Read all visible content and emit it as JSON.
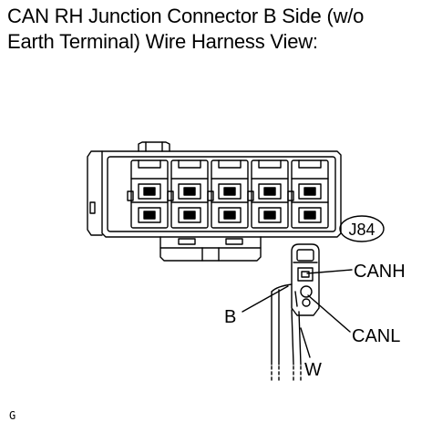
{
  "title": {
    "line1": "CAN RH Junction Connector B Side (w/o",
    "line2": "Earth Terminal) Wire Harness View:"
  },
  "connector_id": "J84",
  "labels": {
    "canh": "CANH",
    "canl": "CANL",
    "b": "B",
    "w": "W"
  },
  "figure_code": "G"
}
